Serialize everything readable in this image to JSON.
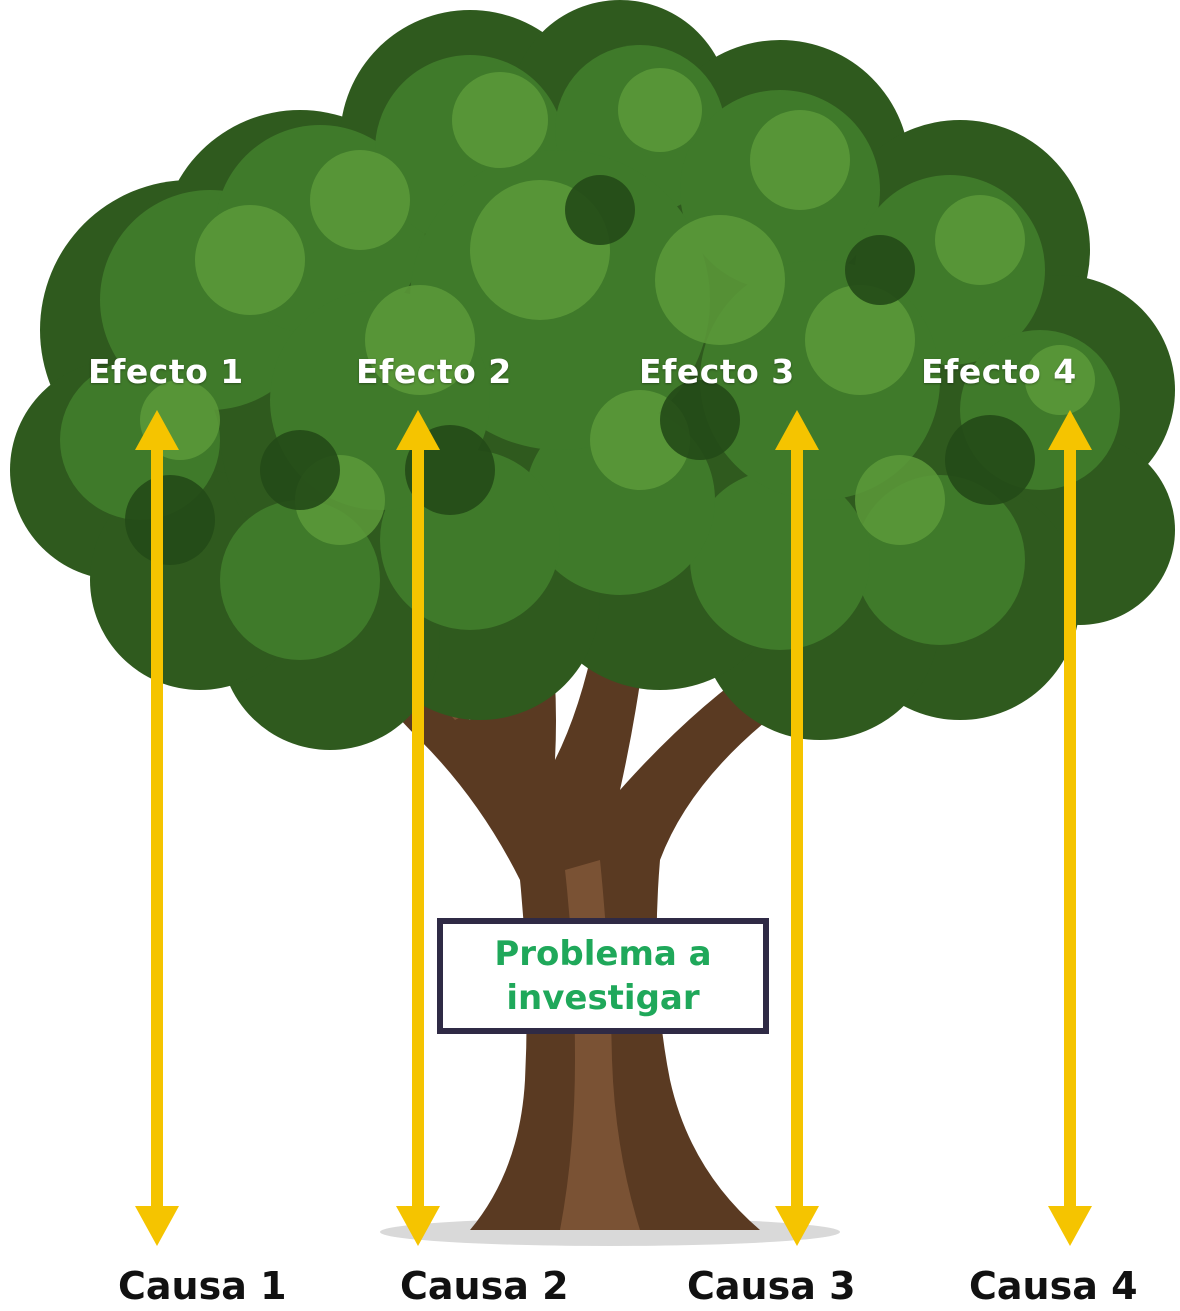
{
  "diagram": {
    "effects": [
      "Efecto 1",
      "Efecto 2",
      "Efecto 3",
      "Efecto 4"
    ],
    "causes": [
      "Causa 1",
      "Causa 2",
      "Causa 3",
      "Causa 4"
    ],
    "problem": "Problema a\ninvestigar"
  },
  "colors": {
    "arrow": "#F5C400",
    "foliage_dark": "#2f5a1e",
    "foliage_mid": "#3f7a2a",
    "foliage_light": "#5c9a3a",
    "trunk": "#5a3a22",
    "problem_text": "#1fa85a",
    "problem_border": "#2f2a45"
  }
}
